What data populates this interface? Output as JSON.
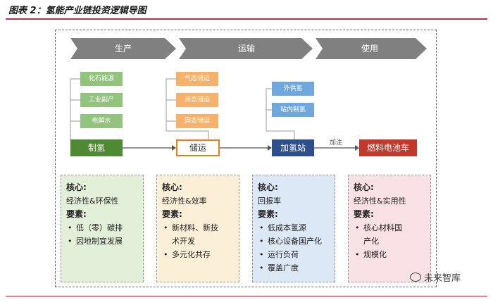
{
  "title": "图表 2：氢能产业链投资逻辑导图",
  "phases": [
    "生产",
    "运输",
    "使用"
  ],
  "production": {
    "sources": [
      "化石能源",
      "工业副产",
      "电解水"
    ],
    "main": "制氢"
  },
  "transport": {
    "methods": [
      "气态储运",
      "液态储运",
      "固态储运"
    ],
    "main": "储运"
  },
  "station": {
    "sources": [
      "外供氢",
      "站内制氢"
    ],
    "main": "加氢站"
  },
  "use": {
    "arrow_label": "加注",
    "main": "燃料电池车"
  },
  "panels": [
    {
      "core_label": "核心:",
      "core": "经济性&环保性",
      "elements_label": "要素:",
      "items": [
        "低（零）碳排",
        "因地制宜发展"
      ]
    },
    {
      "core_label": "核心:",
      "core": "经济性&效率",
      "elements_label": "要素:",
      "items": [
        "新材料、新技术开发",
        "多元化共存"
      ]
    },
    {
      "core_label": "核心:",
      "core": "回报率",
      "elements_label": "要素:",
      "items": [
        "低成本氢源",
        "核心设备国产化",
        "运行负荷",
        "覆盖广度"
      ]
    },
    {
      "core_label": "核心:",
      "core": "经济性&实用性",
      "elements_label": "要素:",
      "items": [
        "核心材料国产化",
        "规模化"
      ]
    }
  ],
  "watermark": "未来智库",
  "colors": {
    "green": "#4e8a32",
    "orange_border": "#e67e22",
    "navy": "#2d4f8e",
    "red": "#c0392b",
    "arrow_gray": "#808080"
  }
}
